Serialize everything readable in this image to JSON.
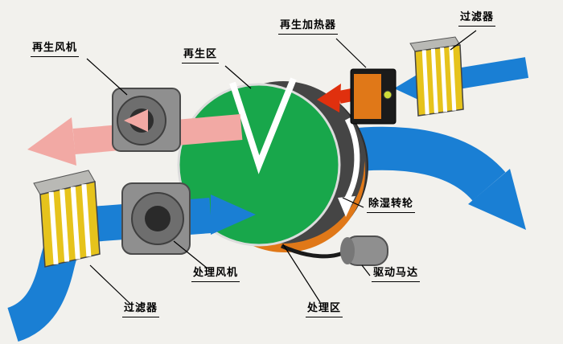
{
  "labels": {
    "regeneration_fan": "再生风机",
    "regeneration_zone": "再生区",
    "regeneration_heater": "再生加热器",
    "filter_top_right": "过滤器",
    "dehumidification_wheel": "除湿转轮",
    "drive_motor": "驱动马达",
    "processing_zone": "处理区",
    "processing_fan": "处理风机",
    "filter_bottom_left": "过滤器"
  },
  "colors": {
    "background": "#f2f1ed",
    "process_air_blue": "#1a7fd4",
    "regeneration_air_pink": "#f2a9a4",
    "hot_air_red": "#e0300e",
    "wheel_green": "#18a74b",
    "wheel_hub_orange": "#e07818",
    "filter_yellow": "#e6c31c",
    "machine_gray": "#8f8f8f",
    "heater_body_black": "#1b1b1b",
    "indicator_dot": "#cddc39"
  }
}
